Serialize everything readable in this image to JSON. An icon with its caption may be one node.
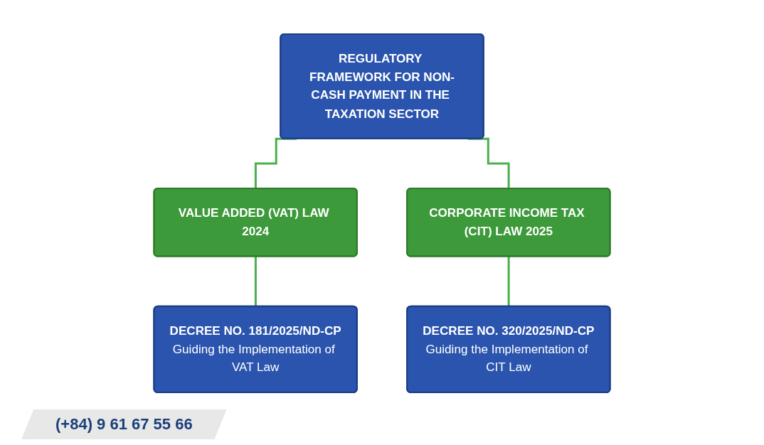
{
  "diagram": {
    "nodes": [
      {
        "text": [
          "REGULATORY FRAMEWORK FOR NON-CASH PAYMENT IN THE TAXATION SECTOR"
        ]
      },
      {
        "text": [
          "VALUE ADDED (VAT) LAW 2024"
        ]
      },
      {
        "text": [
          "CORPORATE INCOME TAX (CIT) LAW 2025"
        ]
      },
      {
        "text": [
          "DECREE NO. 181/2025/ND-CP",
          "Guiding the Implementation of VAT Law"
        ]
      },
      {
        "text": [
          "DECREE NO. 320/2025/ND-CP",
          "Guiding the Implementation of CIT Law"
        ]
      }
    ],
    "edges": [
      {
        "from": 0,
        "to": 1,
        "arrow": "none"
      },
      {
        "from": 0,
        "to": 2,
        "arrow": "none"
      },
      {
        "from": 1,
        "to": 3,
        "arrow": "none"
      },
      {
        "from": 2,
        "to": 4,
        "arrow": "none"
      }
    ],
    "labels": [
      "(+84) 9 61 67 55 66"
    ]
  }
}
